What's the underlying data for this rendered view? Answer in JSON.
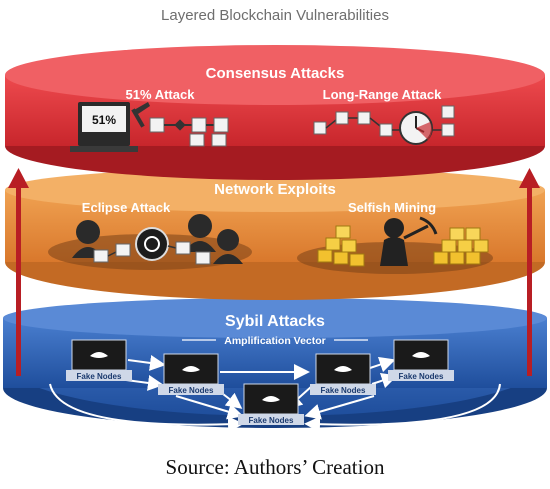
{
  "title": "Layered Blockchain Vulnerabilities",
  "caption": "Source: Authors’ Creation",
  "colors": {
    "consensus_layer": "#d8353b",
    "network_layer": "#e48a3a",
    "sybil_layer": "#2d62b4",
    "arrow": "#b81e24"
  },
  "layers": {
    "consensus": {
      "title": "Consensus Attacks",
      "attack_51": {
        "label": "51% Attack",
        "screen_text": "51%"
      },
      "long_range": {
        "label": "Long-Range Attack"
      }
    },
    "network": {
      "title": "Network Exploits",
      "eclipse": {
        "label": "Eclipse Attack"
      },
      "selfish": {
        "label": "Selfish Mining"
      }
    },
    "sybil": {
      "title": "Sybil Attacks",
      "subtitle": "Amplification Vector",
      "node_label": "Fake Nodes"
    }
  }
}
